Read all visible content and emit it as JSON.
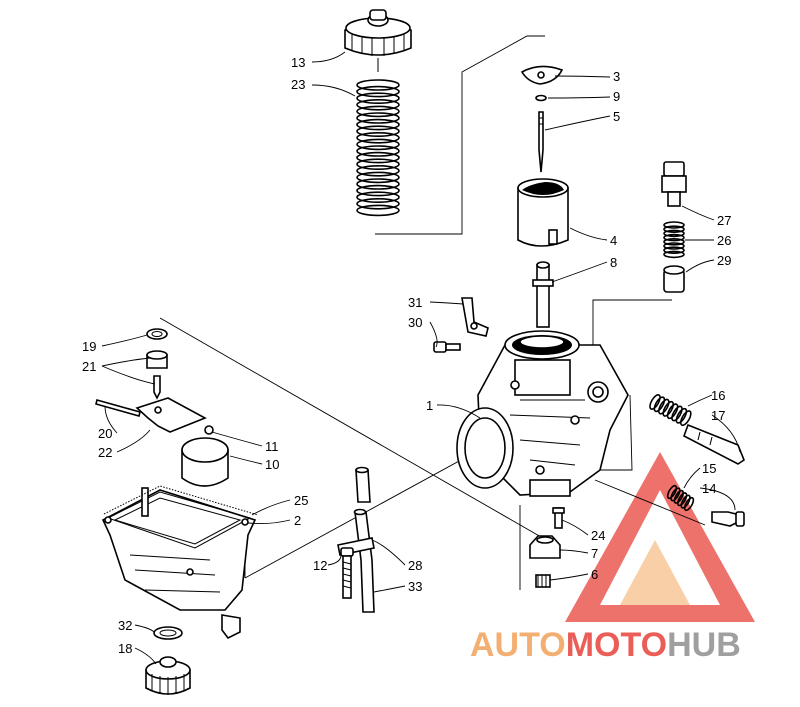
{
  "callouts": {
    "c13": "13",
    "c23": "23",
    "c3": "3",
    "c9": "9",
    "c5": "5",
    "c27": "27",
    "c4": "4",
    "c26": "26",
    "c8": "8",
    "c29": "29",
    "c31": "31",
    "c30": "30",
    "c19": "19",
    "c21": "21",
    "c1": "1",
    "c16": "16",
    "c17": "17",
    "c20": "20",
    "c22": "22",
    "c11": "11",
    "c10": "10",
    "c15": "15",
    "c14": "14",
    "c25": "25",
    "c2": "2",
    "c24": "24",
    "c7": "7",
    "c12": "12",
    "c28": "28",
    "c6": "6",
    "c33": "33",
    "c32": "32",
    "c18": "18"
  },
  "watermark": {
    "part1": "AUTO",
    "part2": "MOTO",
    "part3": "HUB",
    "color_orange": "#f2a25a",
    "color_red": "#e8433a",
    "color_grey": "#8f8f8f"
  }
}
